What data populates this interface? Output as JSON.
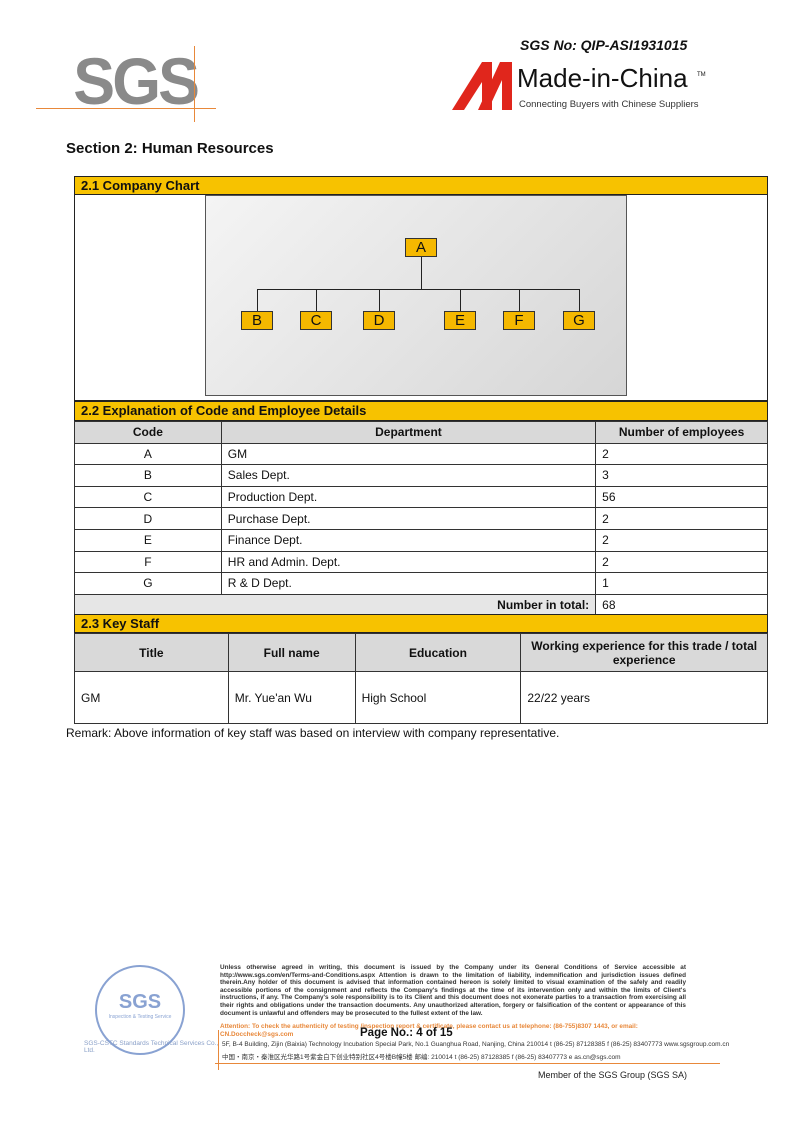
{
  "header": {
    "sgs_logo": "SGS",
    "sgs_no": "SGS No: QIP-ASI1931015",
    "mic_logo": "Made-in-China",
    "mic_tm": "TM",
    "mic_tagline": "Connecting Buyers with Chinese Suppliers"
  },
  "section_title": "Section 2: Human Resources",
  "company_chart": {
    "title": "2.1 Company Chart",
    "top": "A",
    "children": [
      "B",
      "C",
      "D",
      "E",
      "F",
      "G"
    ]
  },
  "employees": {
    "title": "2.2 Explanation of Code and Employee Details",
    "headers": [
      "Code",
      "Department",
      "Number of employees"
    ],
    "rows": [
      [
        "A",
        "GM",
        "2"
      ],
      [
        "B",
        "Sales Dept.",
        "3"
      ],
      [
        "C",
        "Production Dept.",
        "56"
      ],
      [
        "D",
        "Purchase Dept.",
        "2"
      ],
      [
        "E",
        "Finance Dept.",
        "2"
      ],
      [
        "F",
        "HR and Admin. Dept.",
        "2"
      ],
      [
        "G",
        "R & D Dept.",
        "1"
      ]
    ],
    "total_label": "Number in total:",
    "total": "68"
  },
  "key_staff": {
    "title": "2.3 Key Staff",
    "headers": [
      "Title",
      "Full name",
      "Education",
      "Working experience for this trade / total experience"
    ],
    "rows": [
      [
        "GM",
        "Mr. Yue'an Wu",
        "High School",
        "22/22 years"
      ]
    ]
  },
  "remark": "Remark: Above information of key staff was based on interview with company representative.",
  "footer": {
    "legal": "Unless otherwise agreed in writing, this document is issued by the Company under its General Conditions of Service accessible at http://www.sgs.com/en/Terms-and-Conditions.aspx Attention is drawn to the limitation of liability, indemnification and jurisdiction issues defined therein.Any holder of this document is advised that information contained hereon is solely limited to visual examination of the safely and readily accessible portions of the consignment and reflects the Company's findings at the time of its intervention only and within the limits of Client's instructions, if any. The Company's sole responsibility is to its Client and this document does not exonerate parties to a transaction from exercising all their rights and obligations under the transaction documents. Any unauthorized alteration, forgery or falsification of the content or appearance of this document is unlawful and offenders may be prosecuted to the fullest extent of the law.",
    "attention": "Attention: To check the authenticity of testing /inspection report & certificate, please contact us at telephone: (86-755)8307 1443, or email: CN.Doccheck@sgs.com",
    "page_no": "Page No.:  4  of  15",
    "address_en": "5F, B-4 Building, Zijin (Baixia) Technology Incubation Special Park, No.1 Guanghua Road, Nanjing, China  210014    t (86-25) 87128385    f (86-25) 83407773    www.sgsgroup.com.cn",
    "address_cn": "中国・南京・秦淮区光华路1号紫金白下创业特别社区4号楼B幢5楼  邮编: 210014    t (86-25) 87128385    f (86-25) 83407773    e  as.cn@sgs.com",
    "member": "Member of the SGS Group (SGS SA)",
    "stamp": "SGS",
    "stamp_sub": "Inspection & Testing Service",
    "company": "SGS-CSTC Standards Technical Services Co., Ltd."
  }
}
